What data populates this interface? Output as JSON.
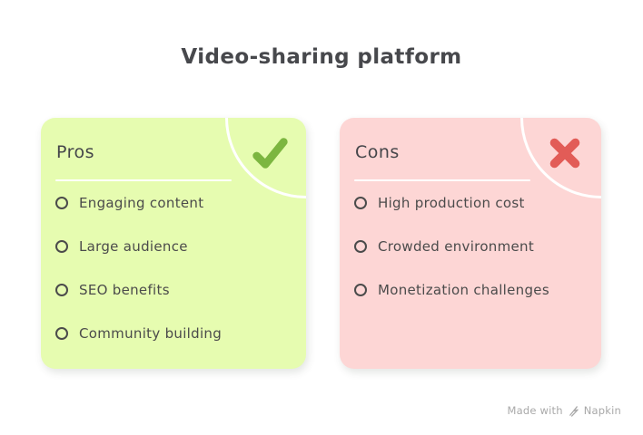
{
  "page": {
    "title": "Video-sharing platform",
    "background_color": "#ffffff",
    "title_color": "#47484c"
  },
  "pros_card": {
    "title": "Pros",
    "background_color": "#e6fcb0",
    "corner_icon": "check-icon",
    "corner_icon_color": "#7cb640",
    "items": [
      "Engaging content",
      "Large audience",
      "SEO benefits",
      "Community building"
    ]
  },
  "cons_card": {
    "title": "Cons",
    "background_color": "#fdd6d5",
    "corner_icon": "x-icon",
    "corner_icon_color": "#e25c57",
    "items": [
      "High production cost",
      "Crowded environment",
      "Monetization challenges"
    ]
  },
  "list_style": {
    "bullet_icon": "circle-bullet-icon",
    "text_color": "#4b4b4b",
    "divider_color": "#ffffff"
  },
  "footer": {
    "made_with": "Made with",
    "brand": "Napkin",
    "logo_icon": "napkin-logo-icon",
    "color": "#a9a9a9"
  }
}
